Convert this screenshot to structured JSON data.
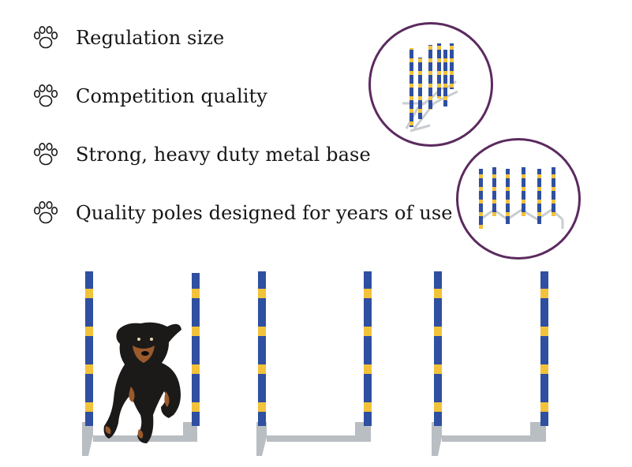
{
  "features": [
    {
      "label": "Regulation size",
      "icon": "paw-print-icon"
    },
    {
      "label": "Competition quality",
      "icon": "paw-print-icon"
    },
    {
      "label": "Strong, heavy duty metal base",
      "icon": "paw-print-icon"
    },
    {
      "label": "Quality poles designed for years of use",
      "icon": "paw-print-icon"
    }
  ],
  "colors": {
    "text": "#161616",
    "circle_border": "#5b2a5f",
    "pole_blue": "#2f4fa0",
    "pole_yellow": "#f2c23a",
    "base_gray": "#b9bec3"
  }
}
